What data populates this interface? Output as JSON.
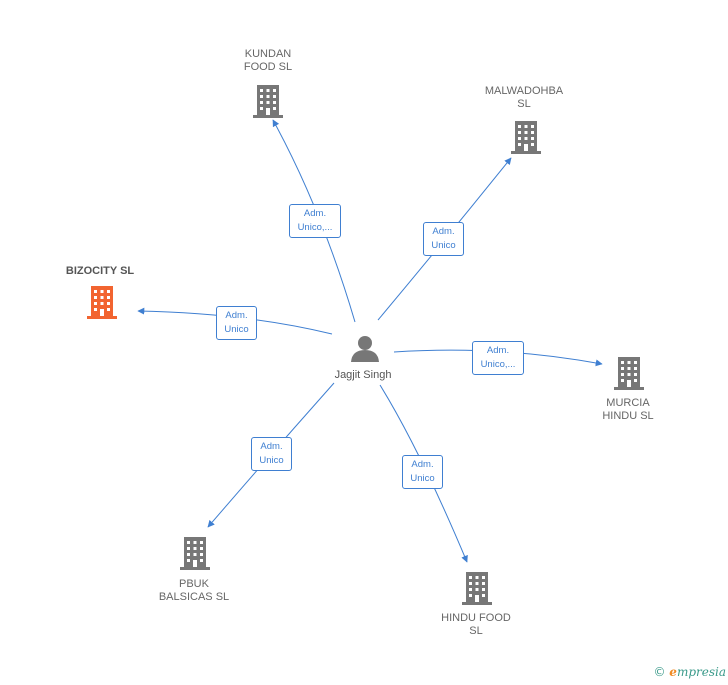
{
  "person": {
    "name": "Jagjit Singh",
    "icon": "person-icon"
  },
  "companies": [
    {
      "id": "kundan",
      "name": "KUNDAN\nFOOD  SL",
      "icon": "building-icon",
      "highlight": false
    },
    {
      "id": "malwadohba",
      "name": "MALWADOHBA\nSL",
      "icon": "building-icon",
      "highlight": false
    },
    {
      "id": "bizocity",
      "name": "BIZOCITY  SL",
      "icon": "building-icon",
      "highlight": true
    },
    {
      "id": "murcia",
      "name": "MURCIA\nHINDU  SL",
      "icon": "building-icon",
      "highlight": false
    },
    {
      "id": "pbuk",
      "name": "PBUK\nBALSICAS SL",
      "icon": "building-icon",
      "highlight": false
    },
    {
      "id": "hindu",
      "name": "HINDU FOOD\nSL",
      "icon": "building-icon",
      "highlight": false
    }
  ],
  "relations": [
    {
      "target": "kundan",
      "label": "Adm.\nUnico,..."
    },
    {
      "target": "malwadohba",
      "label": "Adm.\nUnico"
    },
    {
      "target": "bizocity",
      "label": "Adm.\nUnico"
    },
    {
      "target": "murcia",
      "label": "Adm.\nUnico,..."
    },
    {
      "target": "pbuk",
      "label": "Adm.\nUnico"
    },
    {
      "target": "hindu",
      "label": "Adm.\nUnico"
    }
  ],
  "colors": {
    "edge": "#3f7fd1",
    "building": "#777777",
    "building_highlight": "#f26430",
    "person": "#777777"
  },
  "brand": {
    "symbol": "©",
    "initial": "e",
    "rest": "mpresia"
  }
}
